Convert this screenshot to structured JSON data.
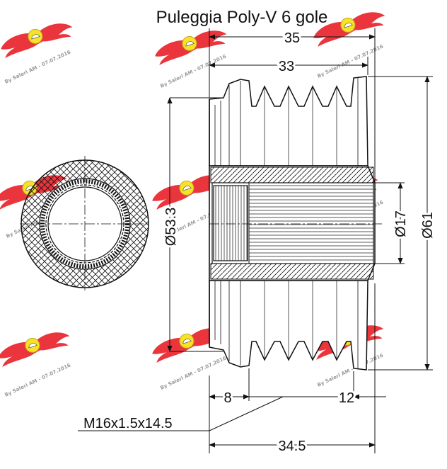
{
  "title": "Puleggia Poly-V 6 gole",
  "dimensions": {
    "overall_width": "35",
    "groove_width": "33",
    "outer_diameter": "Ø61",
    "groove_diameter": "Ø53.3",
    "bore_diameter": "Ø17",
    "left_offset": "8",
    "right_offset": "12",
    "base_width": "34.5"
  },
  "thread_callout": "M16x1.5x14.5",
  "watermark": {
    "text": "By Saleri AM - 07.07.2016",
    "colors": {
      "wing": "#e8111b",
      "badge": "#f6dd00"
    }
  },
  "colors": {
    "line": "#111111",
    "background": "#ffffff"
  }
}
